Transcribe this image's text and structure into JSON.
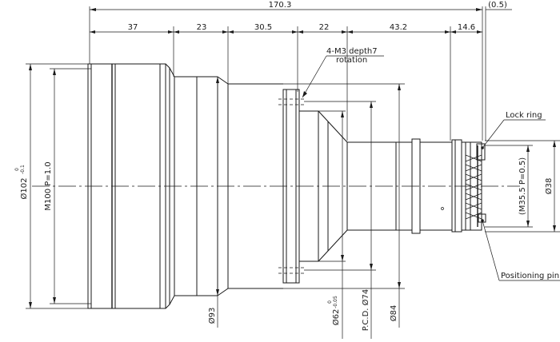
{
  "dimensions": {
    "overall_length": "170.3",
    "back_offset": "(0.5)",
    "segments": [
      "37",
      "23",
      "30.5",
      "22",
      "43.2",
      "14.6"
    ],
    "phi_symbol": "Ø",
    "diameter_102": "102",
    "diameter_102_tol_upper": "0",
    "diameter_102_tol_lower": "-0.1",
    "filter_thread": "M100 P=1.0",
    "diameter_93": "93",
    "diameter_62": "62",
    "diameter_62_tol_upper": "0",
    "diameter_62_tol_lower": "-0.05",
    "pcd_74": "P.C.D. Ø74",
    "diameter_84": "84",
    "mount_thread": "(M35.5 P=0.5)",
    "diameter_38": "38"
  },
  "annotations": {
    "tapped_holes_line1": "4-M3 depth7",
    "tapped_holes_line2": "rotation",
    "lock_ring": "Lock ring",
    "positioning_pin": "Positioning pin"
  }
}
